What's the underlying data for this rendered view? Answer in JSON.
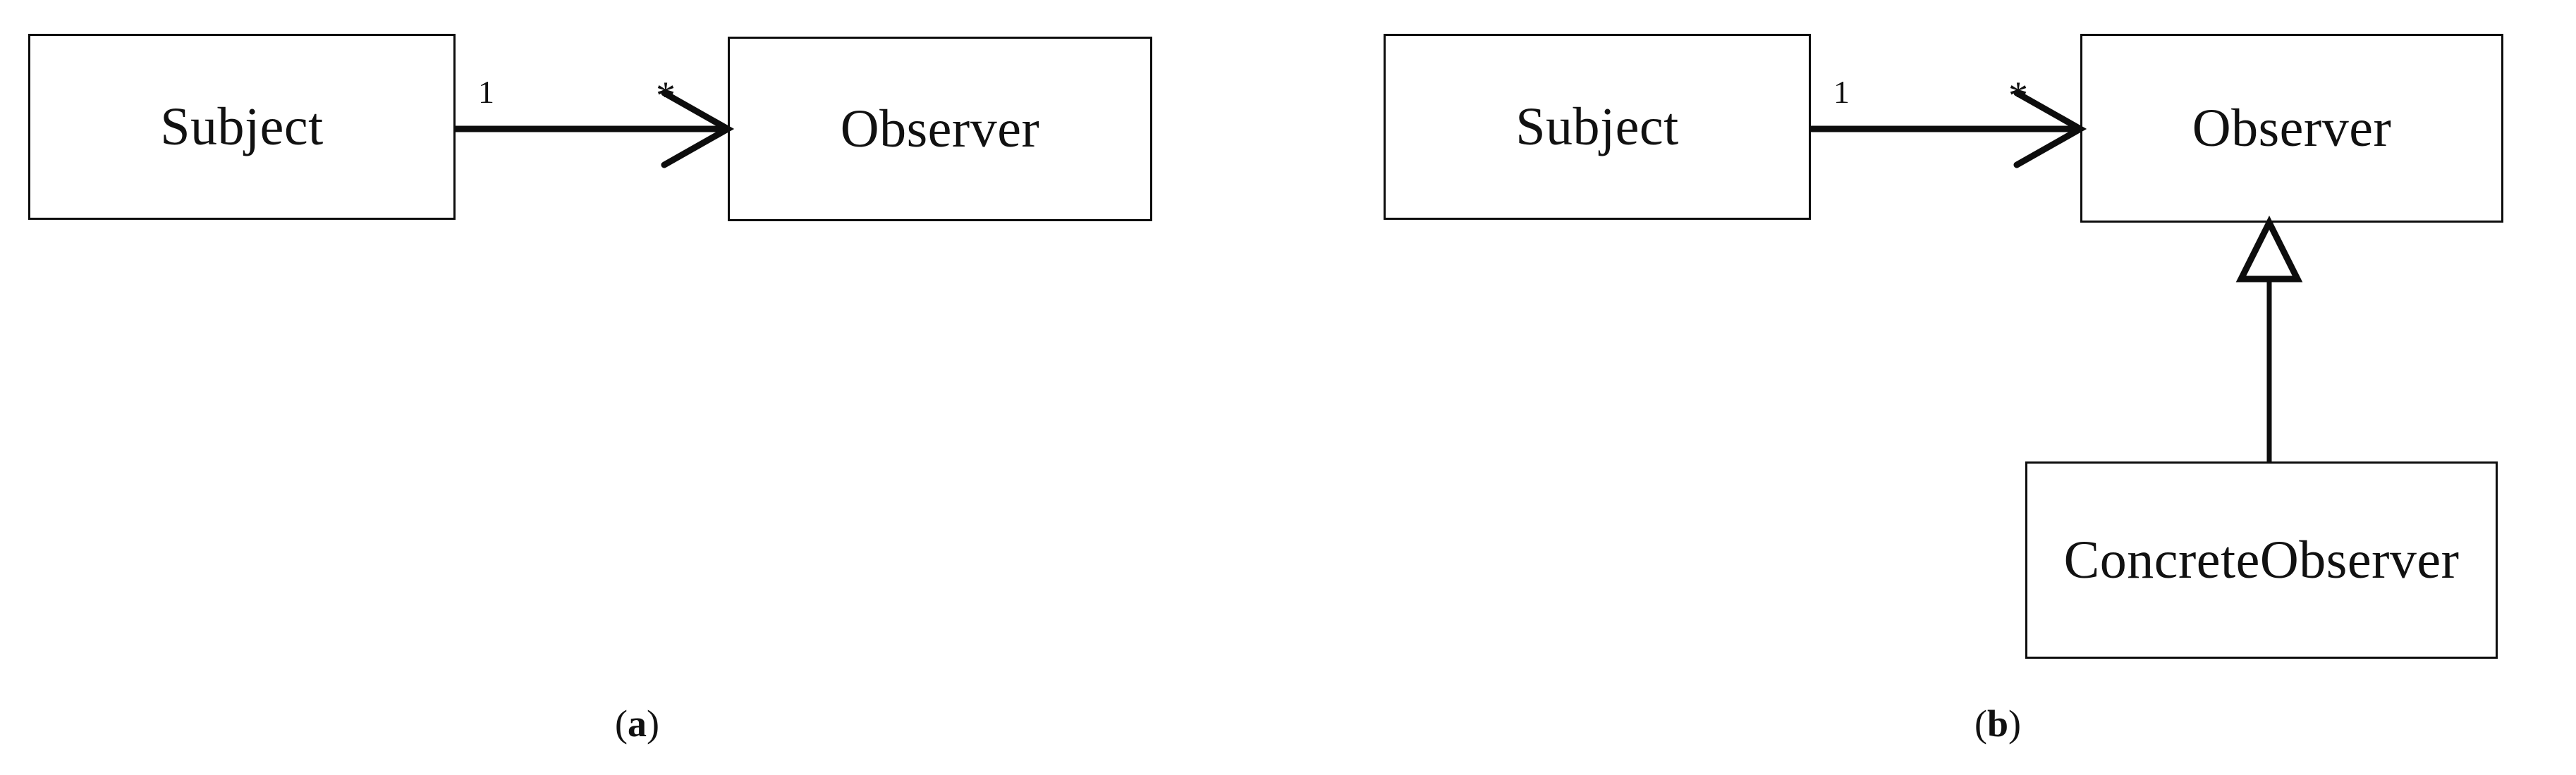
{
  "figure": {
    "type": "uml-class-diagram",
    "background_color": "#ffffff",
    "line_color": "#0d0d0d",
    "text_color": "#111111",
    "panels": [
      {
        "id": "panel-a",
        "caption_open_paren": "(",
        "caption_letter": "a",
        "caption_close_paren": ")",
        "classes": [
          {
            "id": "subject-a",
            "name": "Subject"
          },
          {
            "id": "observer-a",
            "name": "Observer"
          }
        ],
        "associations": [
          {
            "id": "assoc-a",
            "from": "Subject",
            "to": "Observer",
            "kind": "association",
            "arrowhead": "open-arrow",
            "source_multiplicity": "1",
            "target_multiplicity": "*"
          }
        ]
      },
      {
        "id": "panel-b",
        "caption_open_paren": "(",
        "caption_letter": "b",
        "caption_close_paren": ")",
        "classes": [
          {
            "id": "subject-b",
            "name": "Subject"
          },
          {
            "id": "observer-b",
            "name": "Observer"
          },
          {
            "id": "concrete-observer-b",
            "name": "ConcreteObserver"
          }
        ],
        "associations": [
          {
            "id": "assoc-b",
            "from": "Subject",
            "to": "Observer",
            "kind": "association",
            "arrowhead": "open-arrow",
            "source_multiplicity": "1",
            "target_multiplicity": "*"
          },
          {
            "id": "gen-b",
            "from": "ConcreteObserver",
            "to": "Observer",
            "kind": "generalization",
            "arrowhead": "hollow-triangle",
            "source_multiplicity": "",
            "target_multiplicity": ""
          }
        ]
      }
    ]
  }
}
